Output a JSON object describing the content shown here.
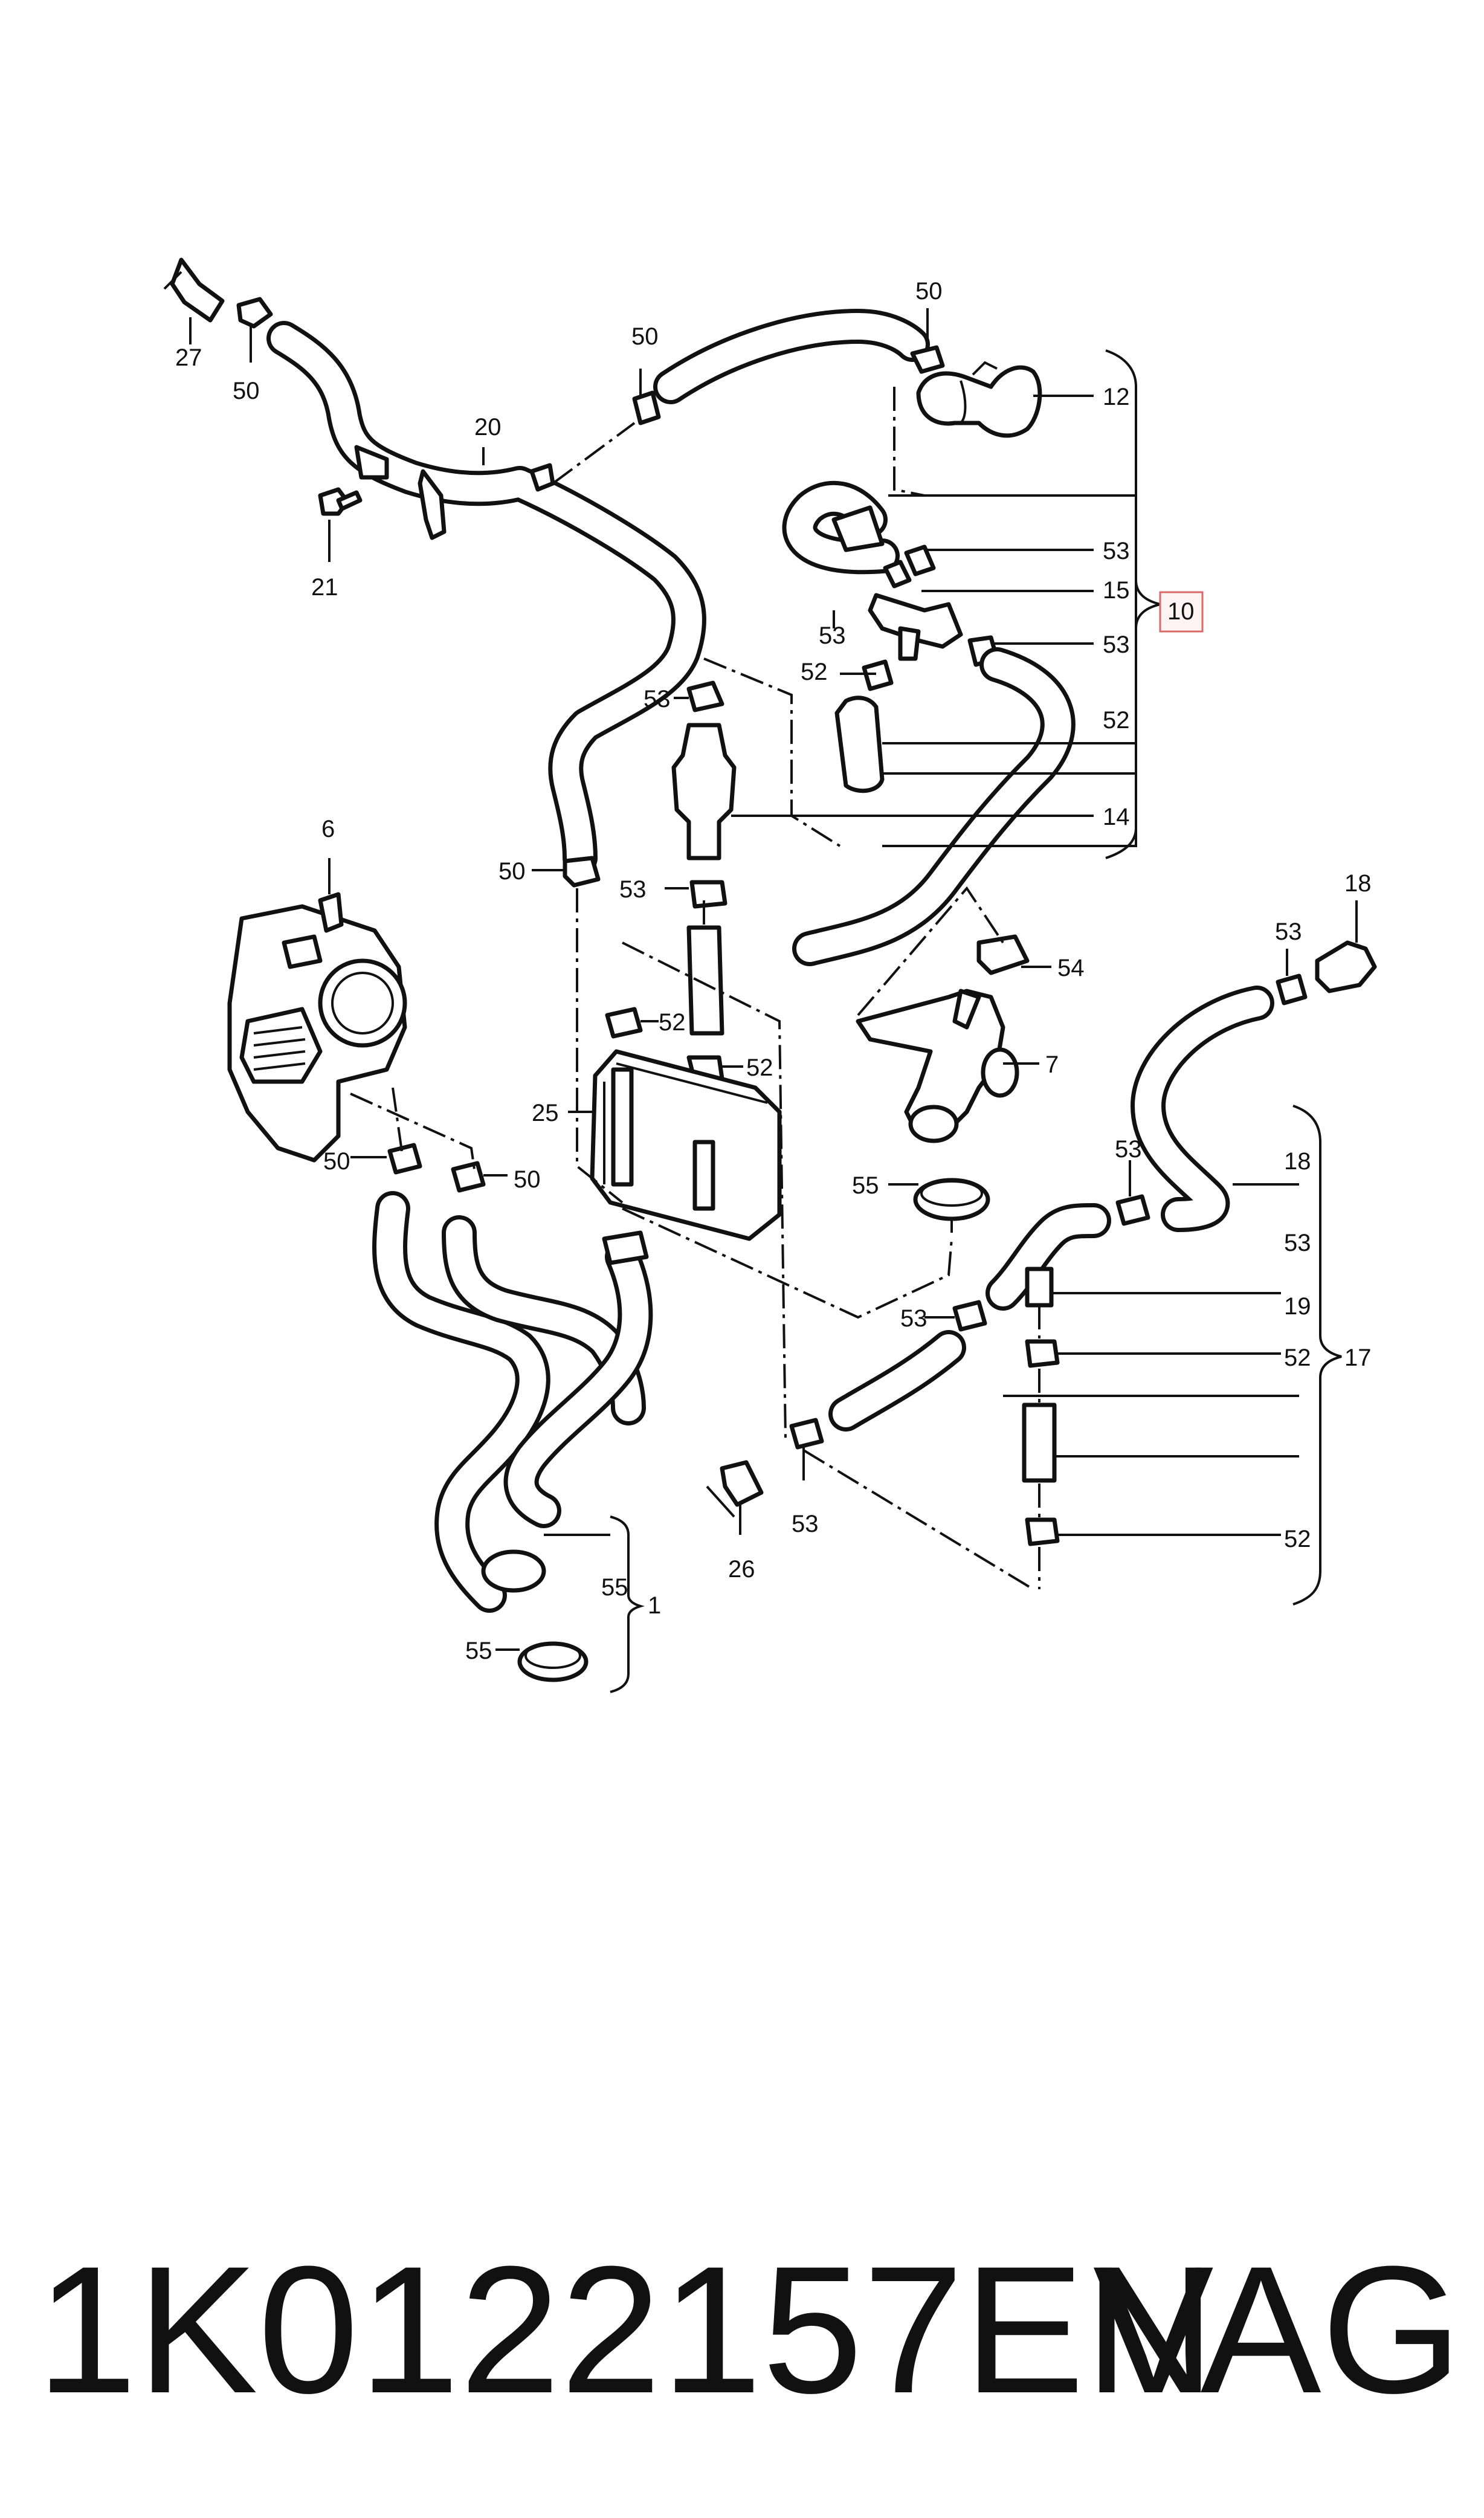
{
  "diagram": {
    "callouts": {
      "c27": "27",
      "c50a": "50",
      "c20": "20",
      "c21": "21",
      "c50b": "50",
      "c50c": "50",
      "c12": "12",
      "c53a": "53",
      "c15": "15",
      "c53b": "53",
      "c53c": "53",
      "c52a": "52",
      "c52b": "52",
      "c53d": "53",
      "c14": "14",
      "c10": "10",
      "c6": "6",
      "c50d": "50",
      "c53e": "53",
      "c52c": "52",
      "c52d": "52",
      "c25": "25",
      "c54": "54",
      "c7": "7",
      "c55a": "55",
      "c53f": "53",
      "c18a": "18",
      "c53g": "53",
      "c18b": "18",
      "c53h": "53",
      "c19": "19",
      "c52e": "52",
      "c17": "17",
      "c52f": "52",
      "c50e": "50",
      "c50f": "50",
      "c53i": "53",
      "c26": "26",
      "c53j": "53",
      "c55b": "55",
      "c1": "1",
      "c55c": "55"
    }
  },
  "footer": {
    "part_number": "1K0122157EN",
    "brand": "VAG"
  }
}
